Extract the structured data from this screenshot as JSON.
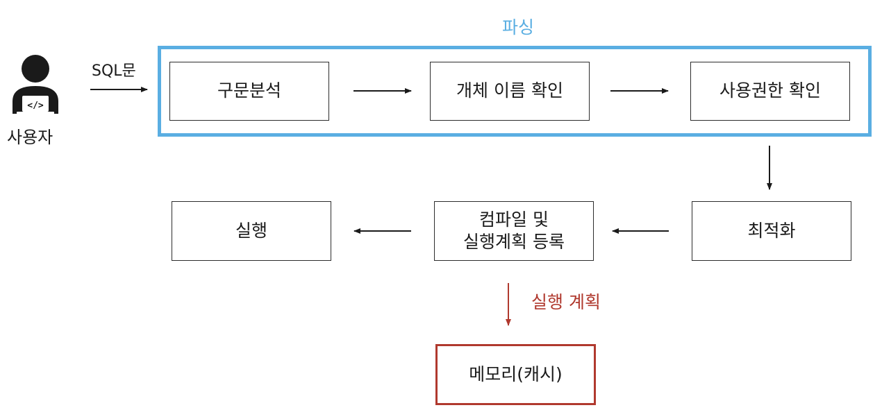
{
  "user": {
    "label": "사용자",
    "icon": "user-with-laptop-icon",
    "input_label": "SQL문"
  },
  "parsing": {
    "title": "파싱",
    "color": "#5aaee2",
    "steps": [
      {
        "label": "구문분석"
      },
      {
        "label": "개체 이름 확인"
      },
      {
        "label": "사용권한 확인"
      }
    ]
  },
  "pipeline": {
    "optimize": "최적화",
    "compile_line1": "컴파일 및",
    "compile_line2": "실행계획 등록",
    "execute": "실행"
  },
  "cache": {
    "arrow_label": "실행 계획",
    "memory": "메모리(캐시)",
    "color": "#b0392e"
  }
}
